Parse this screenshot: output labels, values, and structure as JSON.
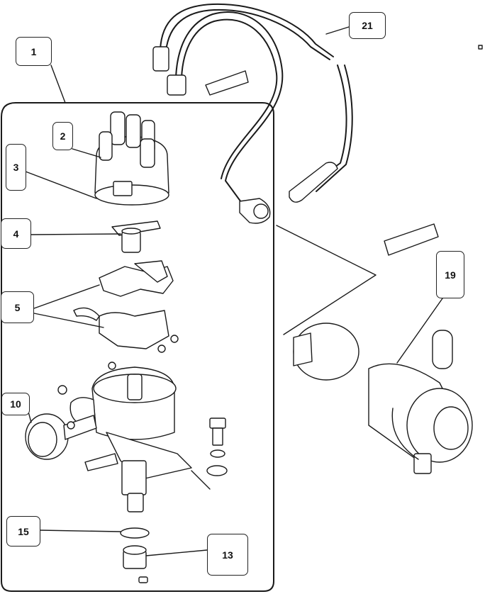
{
  "callouts": [
    {
      "id": "1",
      "label": "1"
    },
    {
      "id": "2",
      "label": "2"
    },
    {
      "id": "3",
      "label": "3"
    },
    {
      "id": "4",
      "label": "4"
    },
    {
      "id": "5",
      "label": "5"
    },
    {
      "id": "10",
      "label": "10"
    },
    {
      "id": "13",
      "label": "13"
    },
    {
      "id": "15",
      "label": "15"
    },
    {
      "id": "19",
      "label": "19"
    },
    {
      "id": "21",
      "label": "21"
    }
  ],
  "parts": {
    "distributor_cap": "distributor-cap",
    "cap_gasket": "cap-gasket",
    "rotor": "rotor-arm",
    "contact_set": "contact-breaker-set",
    "vacuum_unit": "vacuum-advance-unit",
    "drive_gear": "drive-gear",
    "o_ring": "o-ring",
    "ignition_coil": "ignition-coil",
    "ht_leads": "ht-leads"
  }
}
